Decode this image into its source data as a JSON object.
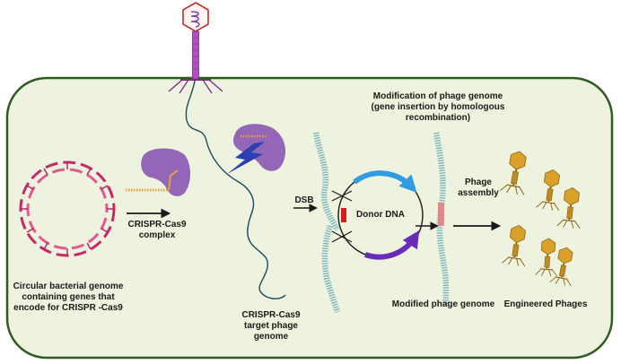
{
  "labels": {
    "bacterial_genome": [
      "Circular bacterial genome",
      "containing genes that",
      "encode for CRISPR -Cas9"
    ],
    "crispr_complex": [
      "CRISPR-Cas9",
      "complex"
    ],
    "target_genome": [
      "CRISPR-Cas9",
      "target phage",
      "genome"
    ],
    "dsb": "DSB",
    "donor_dna": "Donor DNA",
    "modification": [
      "Modification of phage genome",
      "(gene insertion by homologous",
      "recombination)"
    ],
    "phage_assembly": [
      "Phage",
      "assembly"
    ],
    "modified_genome": "Modified phage genome",
    "engineered_phages": "Engineered Phages"
  },
  "colors": {
    "panel_fill": "#edf3df",
    "panel_border": "#2f5a22",
    "plasmid": "#c8286a",
    "cas9": "#9466b8",
    "guide_rna": "#e8a23a",
    "dna_strand": "#1c4a63",
    "lightning": "#2a3fb0",
    "ladder": "#7cb6bf",
    "dsb_mark": "#d22020",
    "donor_blue": "#2f9be0",
    "donor_purple": "#6a2cb8",
    "phage_gold": "#d9a02a",
    "arrow": "#1a1a1a"
  },
  "icons": [
    "bacteriophage-icon",
    "cas9-protein-icon",
    "lightning-icon",
    "engineered-phage-icon"
  ]
}
